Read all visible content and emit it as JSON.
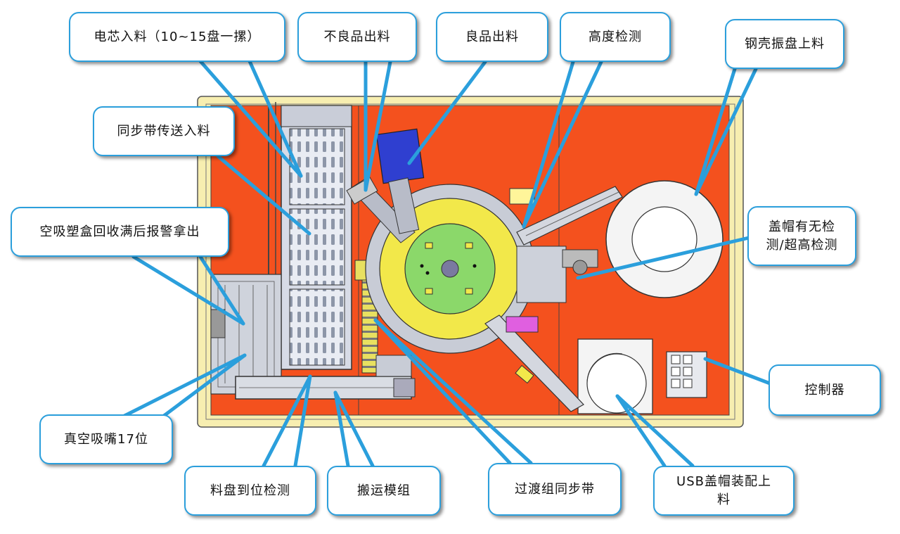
{
  "labels": {
    "battery_core_feed": "电芯入料（10~15盘一摞）",
    "reject_out": "不良品出料",
    "good_out": "良品出料",
    "height_check": "高度检测",
    "steel_shell_feed": "钢壳振盘上料",
    "sync_belt_feed": "同步带传送入料",
    "vacuum_tray_recycle": "空吸塑盒回收满后报警拿出",
    "cap_check": "盖帽有无检测/超高检测",
    "controller": "控制器",
    "vacuum_nozzle": "真空吸嘴17位",
    "tray_position_check": "料盘到位检测",
    "transfer_module": "搬运模组",
    "transition_sync_belt": "过渡组同步带",
    "usb_cap_feed": "USB盖帽装配上料"
  },
  "colors": {
    "plate": "#f4511e",
    "frame": "#f7eeb0",
    "callout_border": "#2b9fdc",
    "turntable": "#8bd86a",
    "ring": "#f2e84a"
  }
}
